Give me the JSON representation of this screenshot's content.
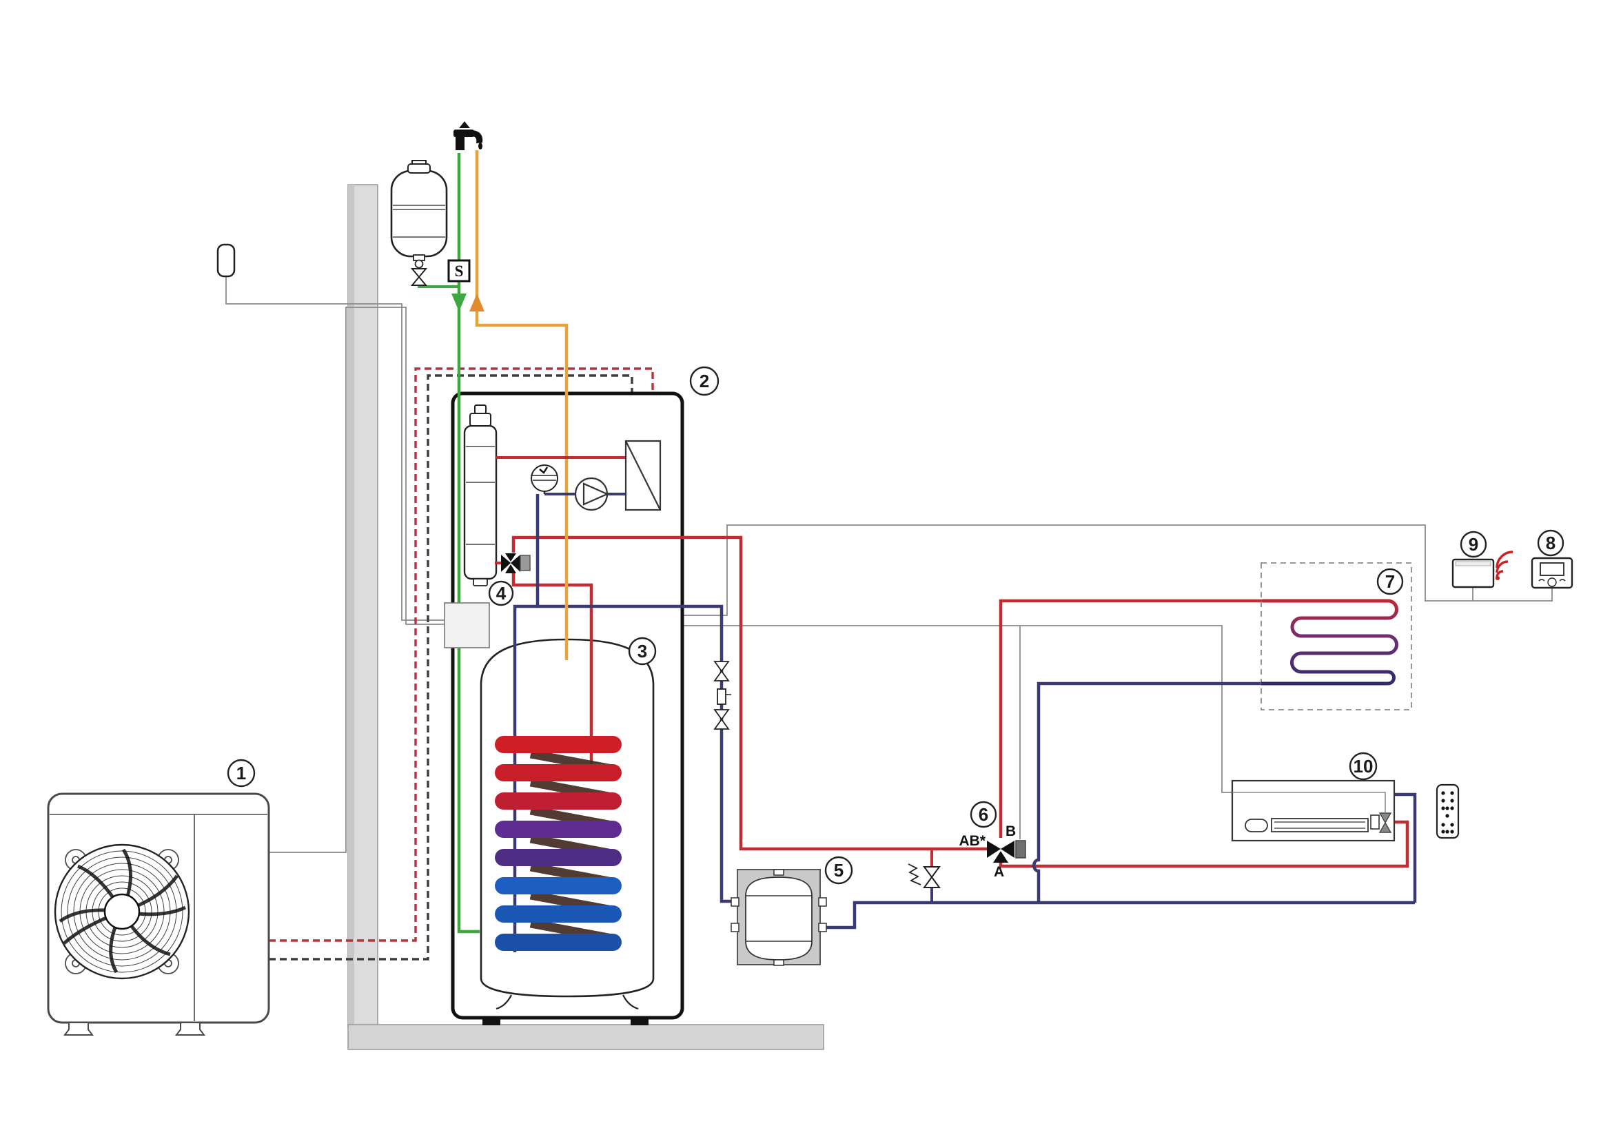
{
  "diagram": {
    "type": "heat-pump-hydraulic-schematic",
    "callouts": {
      "outdoor_unit": "1",
      "indoor_unit": "2",
      "dhw_tank": "3",
      "diverting_valve_dhw": "4",
      "buffer_vessel": "5",
      "zone_valve": "6",
      "underfloor_heating": "7",
      "room_controller": "8",
      "wireless_gateway": "9",
      "fan_coil_unit": "10"
    },
    "annotations": {
      "sensor_box": "S",
      "valve_port_ab": "AB*",
      "valve_port_b": "B",
      "valve_port_a": "A"
    },
    "colors": {
      "flow": "#c22d33",
      "return": "#3b3b74",
      "cold_water": "#3fa73f",
      "hot_water": "#e7a33c",
      "refrigerant_liquid": "#b2353b",
      "refrigerant_gas": "#3c3c44",
      "wire": "#8a8a8a",
      "wifi": "#cc2027",
      "wall": "#dcdcdc",
      "coil_hot": "#c81e2a",
      "coil_mid": "#5b2d8e",
      "coil_cold": "#1d5ab4"
    }
  }
}
